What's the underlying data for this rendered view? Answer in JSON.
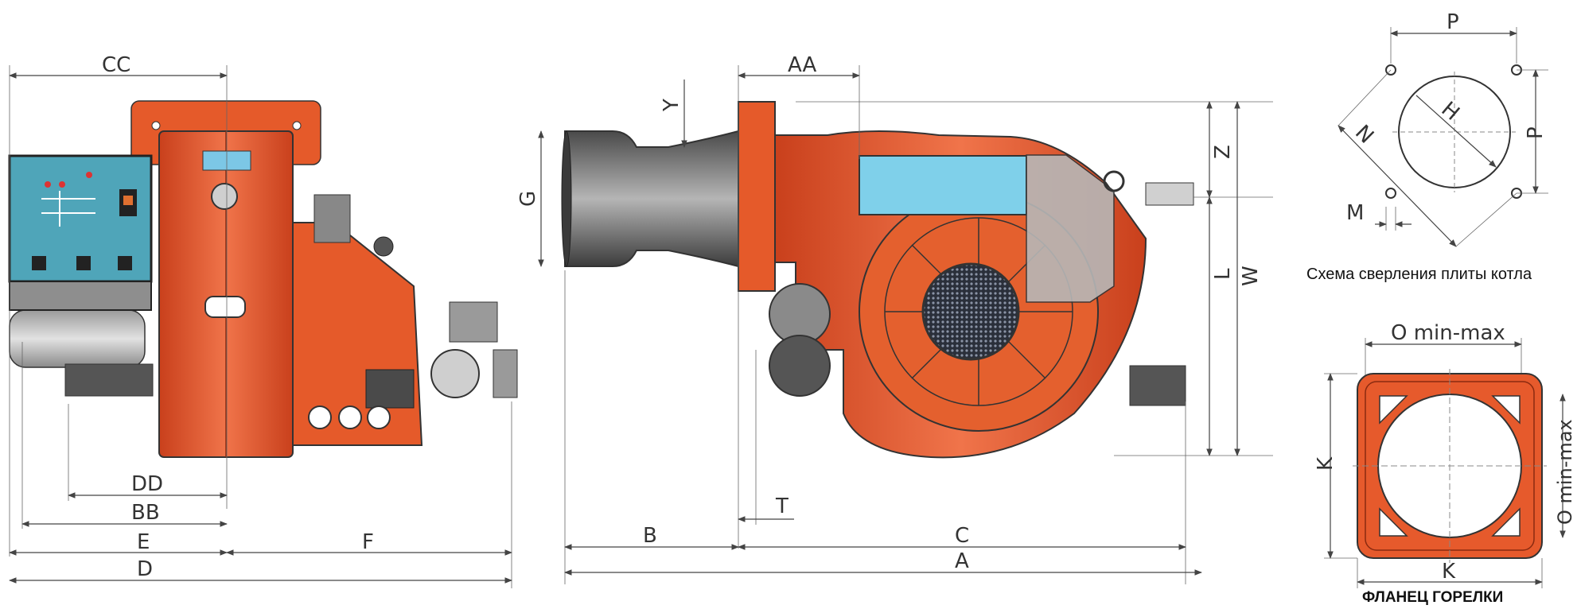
{
  "dimensions": {
    "cc": "CC",
    "dd": "DD",
    "bb": "BB",
    "e": "E",
    "f": "F",
    "d": "D",
    "aa": "AA",
    "y": "Y",
    "g": "G",
    "z": "Z",
    "l": "L",
    "w": "W",
    "t": "T",
    "b": "B",
    "c": "C",
    "a": "A",
    "p_top": "P",
    "p_side": "P",
    "h": "H",
    "n": "N",
    "m": "M",
    "o_top": "O min-max",
    "o_side": "O min-max",
    "k_side": "K",
    "k_bottom": "K"
  },
  "captions": {
    "drilling": "Схема сверления плиты котла",
    "flange": "ФЛАНЕЦ ГОРЕЛКИ"
  },
  "colors": {
    "burner_orange": "#e8592a",
    "panel_teal": "#4ea3b8",
    "window_blue": "#7fd0ea",
    "nozzle_grey": "#6d6d6d",
    "flange_orange": "#e65a2c"
  }
}
